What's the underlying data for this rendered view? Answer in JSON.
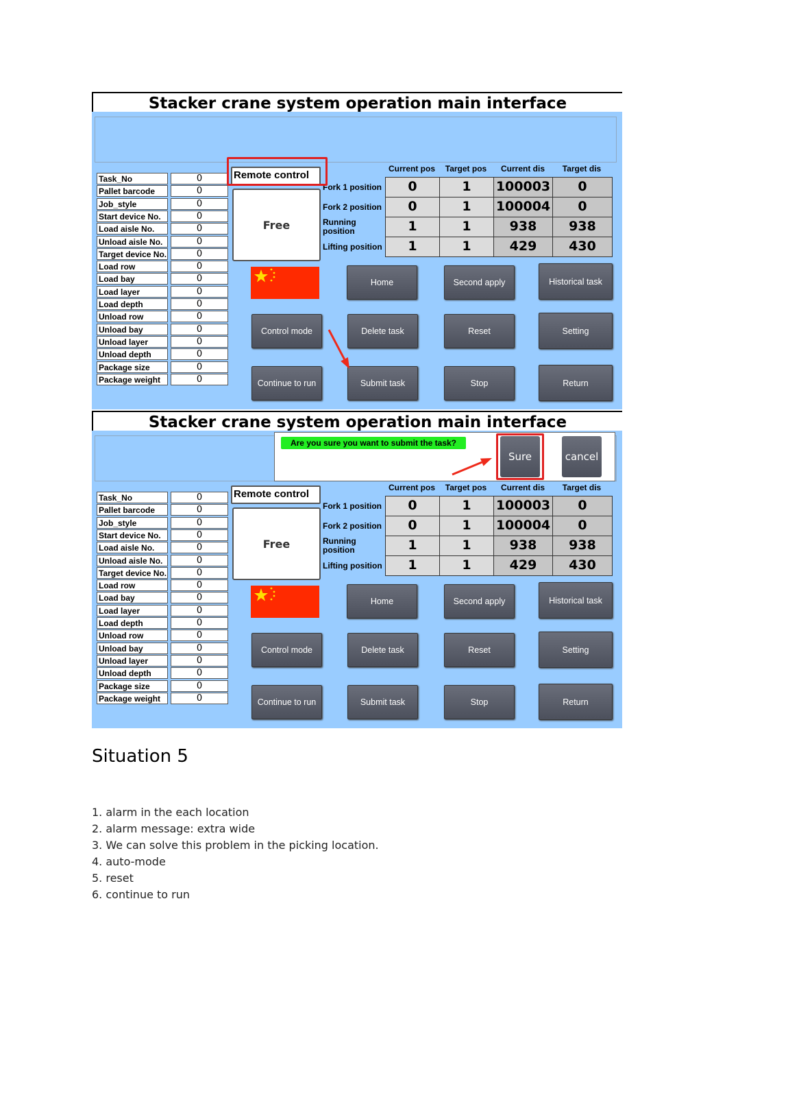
{
  "title": "Stacker crane system operation main interface",
  "panel": {
    "fields": [
      {
        "label": "Task_No",
        "value": "0"
      },
      {
        "label": "Pallet barcode",
        "value": "0"
      },
      {
        "label": "Job_style",
        "value": "0"
      },
      {
        "label": "Start device No.",
        "value": "0"
      },
      {
        "label": "Load aisle No.",
        "value": "0"
      },
      {
        "label": "Unload aisle No.",
        "value": "0"
      },
      {
        "label": "Target device No.",
        "value": "0"
      },
      {
        "label": "Load row",
        "value": "0"
      },
      {
        "label": "Load bay",
        "value": "0"
      },
      {
        "label": "Load layer",
        "value": "0"
      },
      {
        "label": "Load depth",
        "value": "0"
      },
      {
        "label": "Unload row",
        "value": "0"
      },
      {
        "label": "Unload bay",
        "value": "0"
      },
      {
        "label": "Unload layer",
        "value": "0"
      },
      {
        "label": "Unload depth",
        "value": "0"
      },
      {
        "label": "Package size",
        "value": "0"
      },
      {
        "label": "Package weight",
        "value": "0"
      }
    ],
    "mode": "Remote control",
    "status": "Free",
    "columns": [
      "Current pos",
      "Target pos",
      "Current dis",
      "Target dis"
    ],
    "rows": [
      {
        "label": "Fork 1 position",
        "values": [
          "0",
          "1",
          "100003",
          "0"
        ]
      },
      {
        "label": "Fork 2 position",
        "values": [
          "0",
          "1",
          "100004",
          "0"
        ]
      },
      {
        "label": "Running position",
        "values": [
          "1",
          "1",
          "938",
          "938"
        ]
      },
      {
        "label": "Lifting position",
        "values": [
          "1",
          "1",
          "429",
          "430"
        ]
      }
    ],
    "buttons": {
      "home": "Home",
      "second_apply": "Second apply",
      "historical_task": "Historical task",
      "control_mode": "Control mode",
      "delete_task": "Delete task",
      "reset": "Reset",
      "setting": "Setting",
      "continue_to_run": "Continue to run",
      "submit_task": "Submit task",
      "stop": "Stop",
      "return": "Return"
    }
  },
  "dialog": {
    "question": "Are you sure you want to submit the task?",
    "sure": "Sure",
    "cancel": "cancel"
  },
  "doc": {
    "heading": "Situation 5",
    "items": [
      "1. alarm in the each location",
      "2. alarm message: extra wide",
      "3. We can solve this problem in the picking location.",
      "4. auto-mode",
      "5. reset",
      "6. continue to run"
    ]
  },
  "colors": {
    "panel_bg": "#99ccff",
    "alert_red": "#e02020",
    "dialog_label": "#22ee22"
  }
}
